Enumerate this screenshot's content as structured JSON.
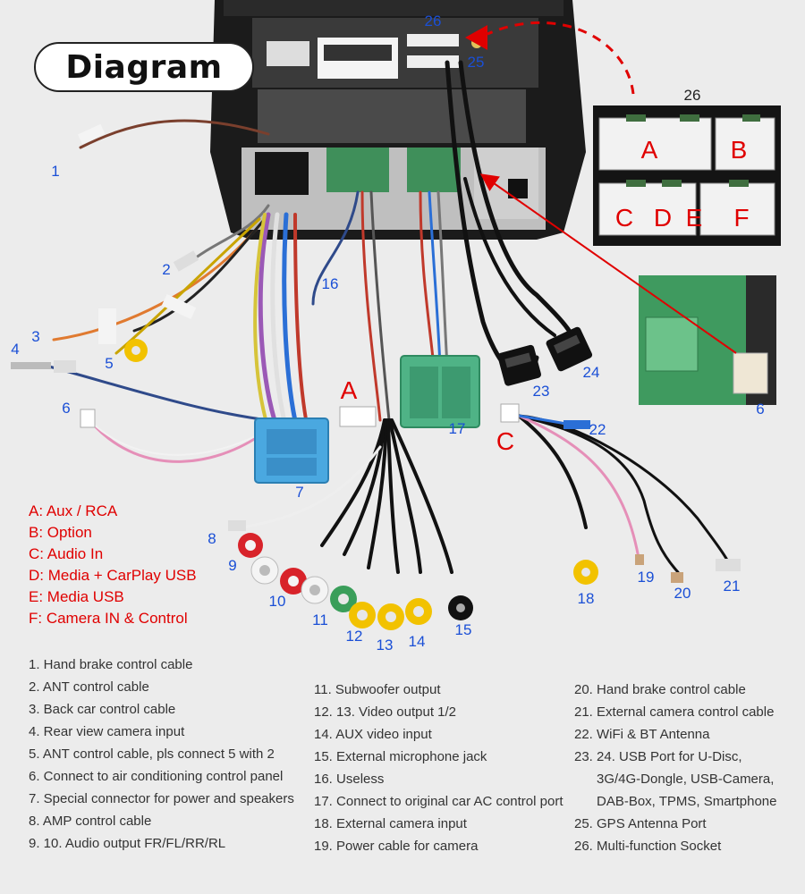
{
  "title": "Diagram",
  "connector_letters": {
    "socket_A": "A",
    "socket_B": "B",
    "socket_C": "C",
    "socket_D": "D",
    "socket_E": "E",
    "socket_F": "F",
    "harness_A": "A",
    "harness_C": "C"
  },
  "socket_label": "26",
  "callouts": {
    "n1": "1",
    "n2": "2",
    "n3": "3",
    "n4": "4",
    "n5": "5",
    "n6": "6",
    "n6b": "6",
    "n7": "7",
    "n8": "8",
    "n9": "9",
    "n10": "10",
    "n11": "11",
    "n12": "12",
    "n13": "13",
    "n14": "14",
    "n15": "15",
    "n16": "16",
    "n17": "17",
    "n18": "18",
    "n19": "19",
    "n20": "20",
    "n21": "21",
    "n22": "22",
    "n23": "23",
    "n24": "24",
    "n25": "25",
    "n26": "26"
  },
  "socket_key": [
    "A: Aux / RCA",
    "B: Option",
    "C: Audio In",
    "D: Media + CarPlay USB",
    "E: Media USB",
    "F: Camera IN & Control"
  ],
  "legend": {
    "col1": [
      "1. Hand brake control cable",
      "2. ANT control cable",
      "3. Back car control cable",
      "4. Rear view camera input",
      "5. ANT control cable, pls connect 5 with 2",
      "6. Connect to air conditioning control panel",
      "7. Special connector for power and speakers",
      "8. AMP control cable",
      "9. 10. Audio output FR/FL/RR/RL"
    ],
    "col2": [
      "11. Subwoofer output",
      "12. 13. Video output 1/2",
      "14. AUX video input",
      "15. External microphone jack",
      "16. Useless",
      "17. Connect to original car AC control port",
      "18. External camera input",
      "19. Power cable for camera"
    ],
    "col3": [
      "20. Hand brake control cable",
      "21. External camera control cable",
      "22. WiFi & BT Antenna",
      "23. 24. USB Port for U-Disc,",
      "3G/4G-Dongle, USB-Camera,",
      "DAB-Box, TPMS, Smartphone",
      "25. GPS Antenna Port",
      "26. Multi-function Socket"
    ]
  },
  "colors": {
    "background": "#ececec",
    "callout_blue": "#1a4fd6",
    "accent_red": "#e00000",
    "legend_text": "#333333",
    "connector_blue": "#4aa8e0",
    "connector_green": "#4fb386",
    "rca_red": "#d8232a",
    "rca_yellow": "#f2c200",
    "rca_green": "#3a9e5a",
    "rca_white": "#f4f4f4"
  }
}
